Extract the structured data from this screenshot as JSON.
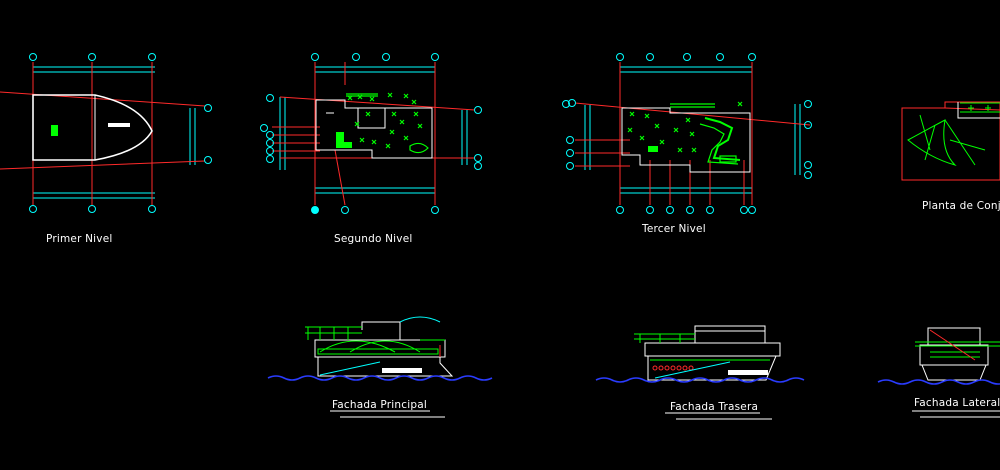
{
  "drawing": {
    "background": "#000000",
    "colors": {
      "grid": "#00ffff",
      "axis": "#ff2a2a",
      "wall": "#ffffff",
      "plants": "#00ff00",
      "water": "#2a3cff",
      "bubble": "#00ffff"
    }
  },
  "labels": {
    "primer_nivel": "Primer Nivel",
    "segundo_nivel": "Segundo Nivel",
    "tercer_nivel": "Tercer Nivel",
    "planta_conjunto": "Planta de Conju",
    "fachada_principal": "Fachada Principal",
    "fachada_trasera": "Fachada Trasera",
    "fachada_lateral": "Fachada Lateral"
  }
}
